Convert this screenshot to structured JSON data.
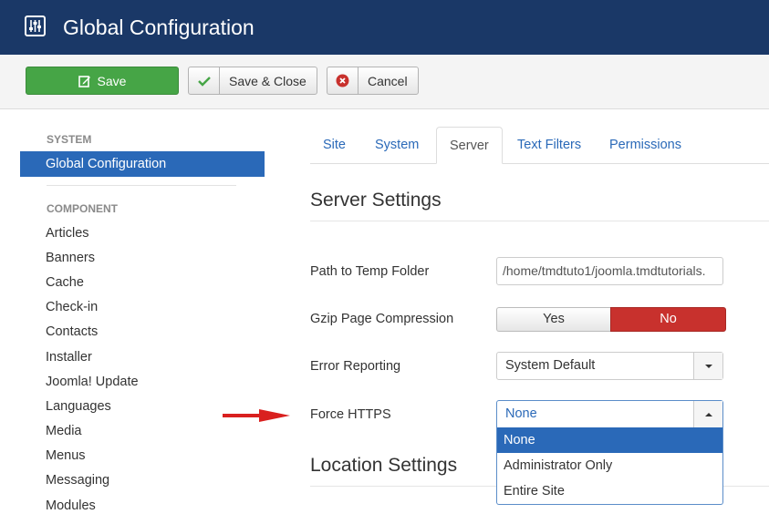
{
  "header": {
    "title": "Global Configuration",
    "icon": "sliders-icon"
  },
  "toolbar": {
    "save": "Save",
    "save_close": "Save & Close",
    "cancel": "Cancel"
  },
  "sidebar": {
    "system_heading": "SYSTEM",
    "active_item": "Global Configuration",
    "component_heading": "COMPONENT",
    "items": [
      "Articles",
      "Banners",
      "Cache",
      "Check-in",
      "Contacts",
      "Installer",
      "Joomla! Update",
      "Languages",
      "Media",
      "Menus",
      "Messaging",
      "Modules"
    ]
  },
  "tabs": [
    "Site",
    "System",
    "Server",
    "Text Filters",
    "Permissions"
  ],
  "server": {
    "title": "Server Settings",
    "temp_label": "Path to Temp Folder",
    "temp_value": "/home/tmdtuto1/joomla.tmdtutorials.",
    "gzip_label": "Gzip Page Compression",
    "gzip_yes": "Yes",
    "gzip_no": "No",
    "error_label": "Error Reporting",
    "error_value": "System Default",
    "https_label": "Force HTTPS",
    "https_value": "None",
    "https_options": [
      "None",
      "Administrator Only",
      "Entire Site"
    ]
  },
  "location": {
    "title": "Location Settings"
  },
  "colors": {
    "header": "#1a3867",
    "save": "#46a546",
    "accent": "#2a69b8",
    "no": "#c8312d",
    "pointer": "#d9201f"
  }
}
